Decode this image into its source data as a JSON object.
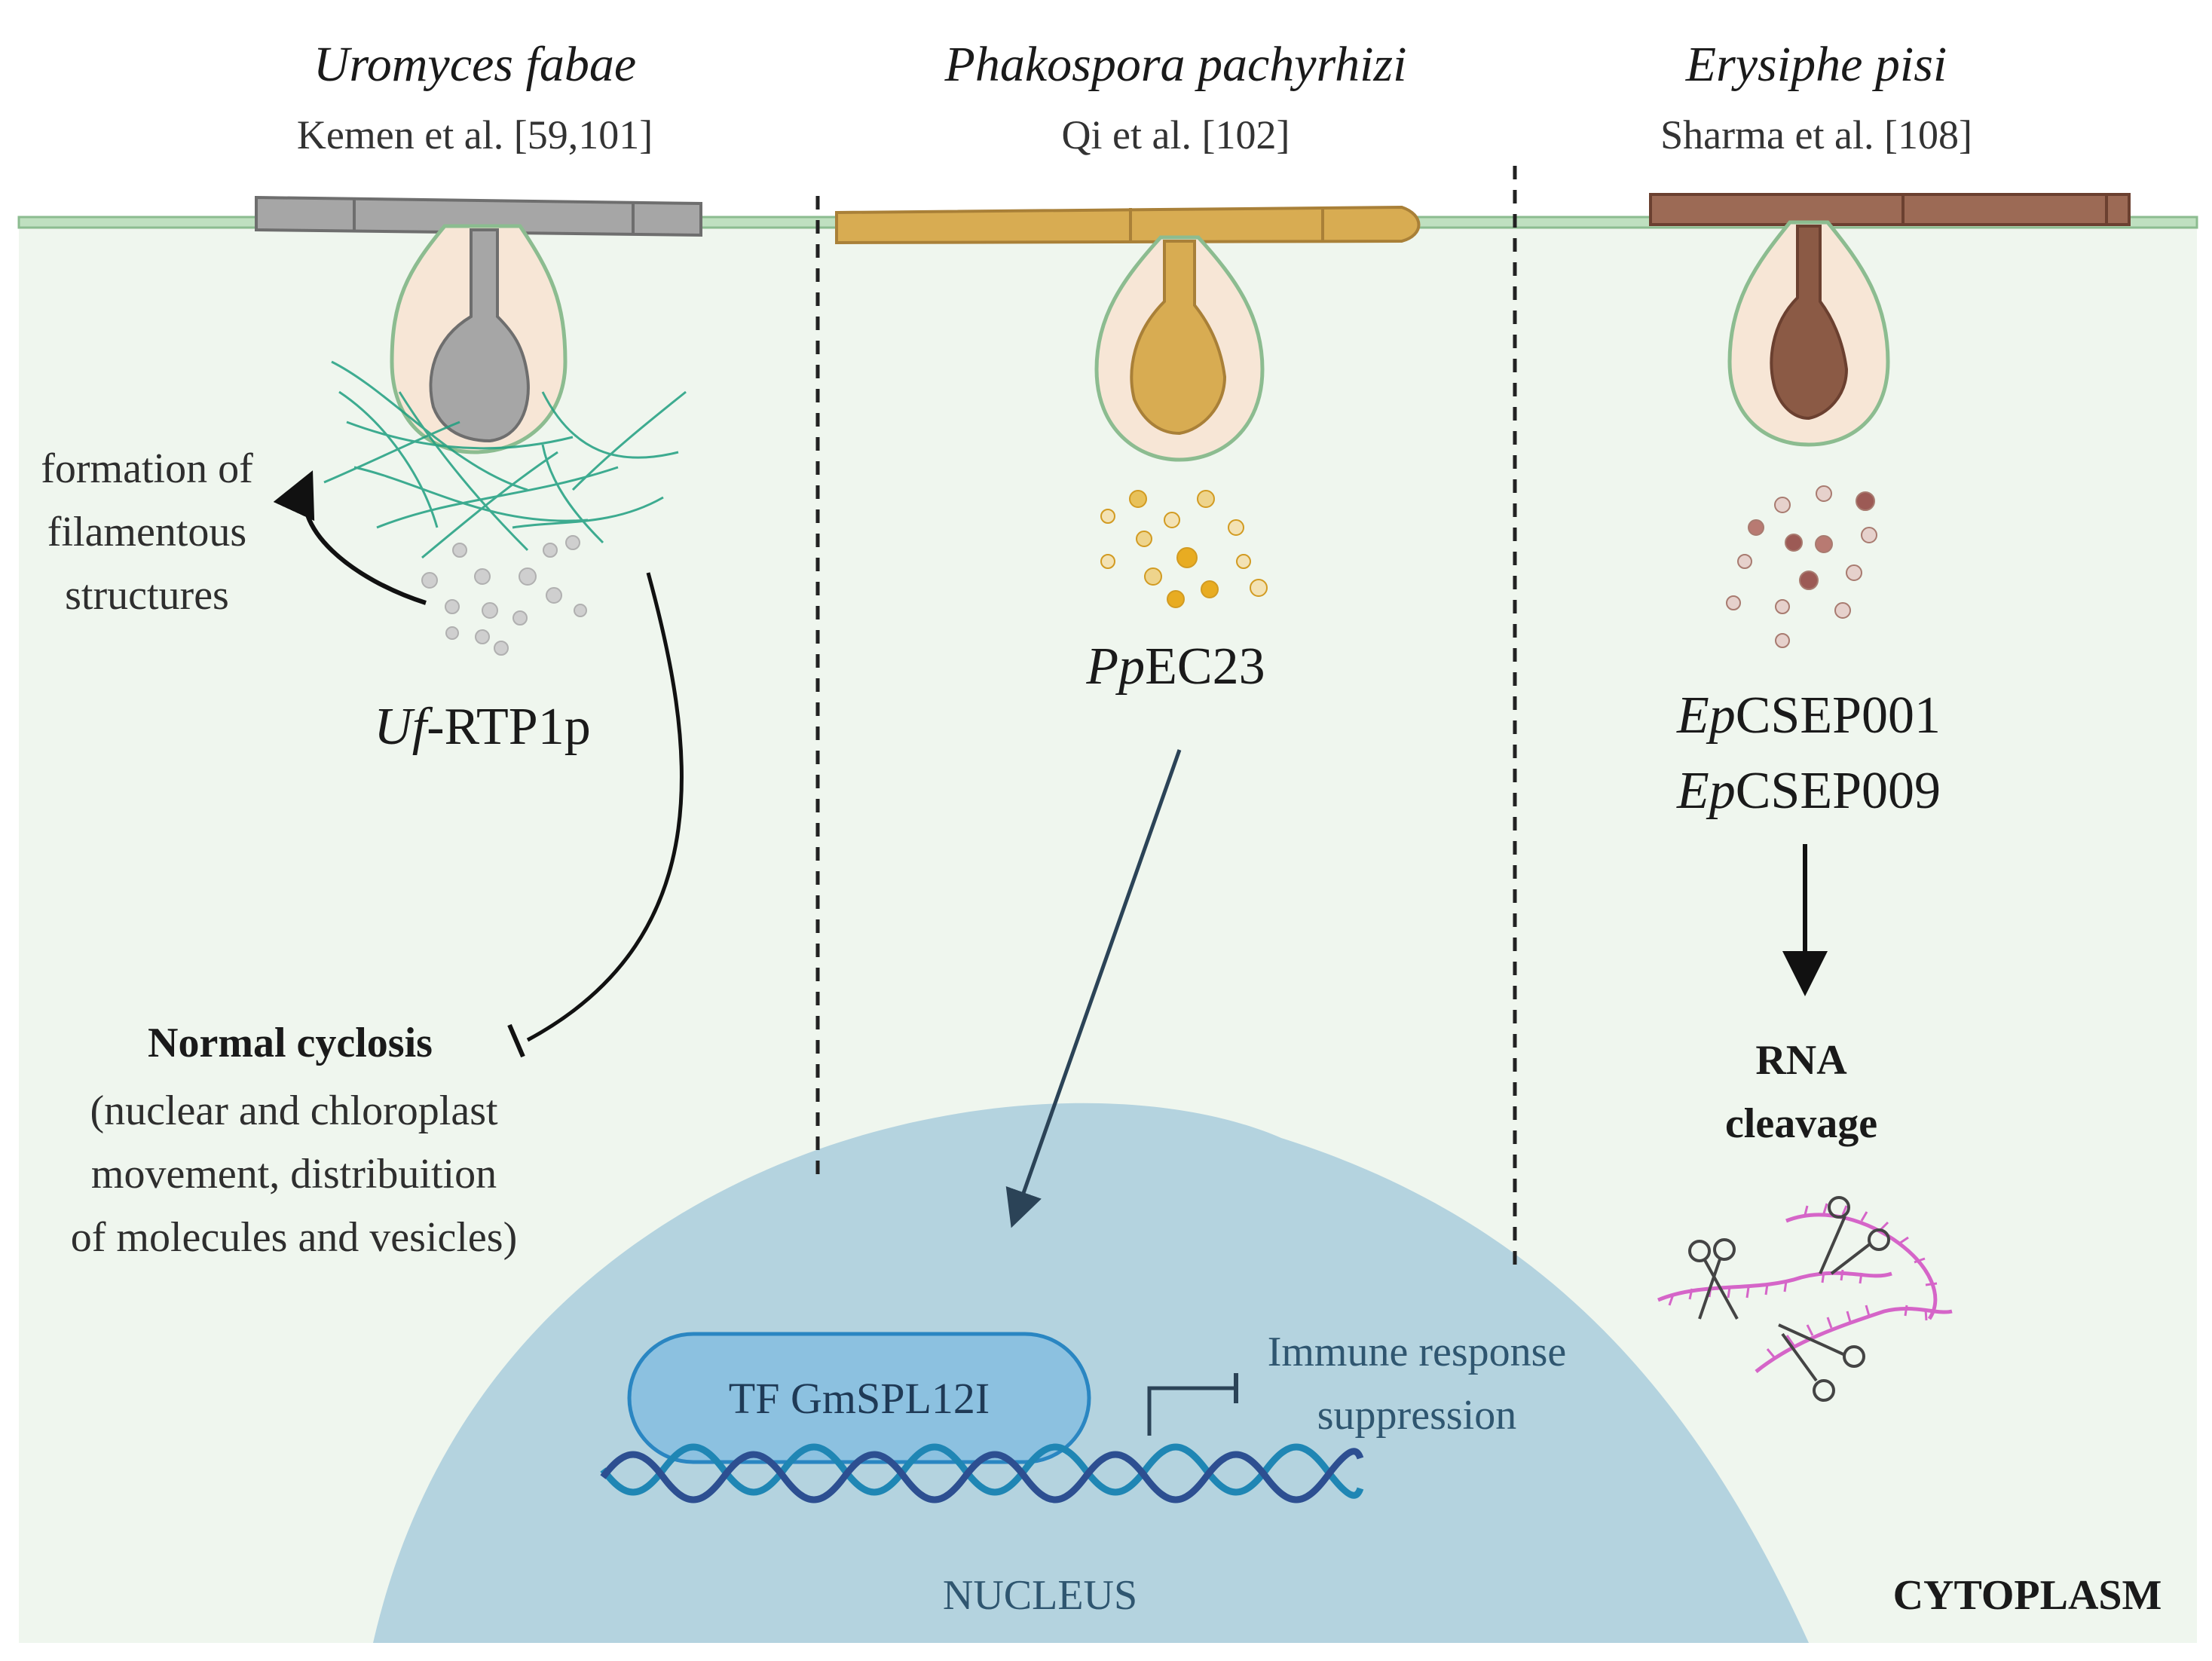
{
  "columns": [
    {
      "species": "Uromyces fabae",
      "reference": "Kemen et al. [59,101]",
      "effector_prefix": "Uf",
      "effector_suffix": "-RTP1p",
      "color": "#a6a6a6"
    },
    {
      "species": "Phakospora pachyrhizi",
      "reference": "Qi et al. [102]",
      "effector_prefix": "Pp",
      "effector_suffix": "EC23",
      "color": "#d8ac52"
    },
    {
      "species": "Erysiphe pisi",
      "reference": "Sharma et al. [108]",
      "effector1_prefix": "Ep",
      "effector1_suffix": "CSEP001",
      "effector2_prefix": "Ep",
      "effector2_suffix": "CSEP009",
      "color": "#8b5a45"
    }
  ],
  "annotations": {
    "filaments": [
      "formation of",
      "filamentous",
      "structures"
    ],
    "cyclosis_title": "Normal cyclosis",
    "cyclosis_detail": [
      "(nuclear and chloroplast",
      "movement, distribuition",
      "of molecules and vesicles)"
    ],
    "rna": [
      "RNA",
      "cleavage"
    ],
    "tf": "TF GmSPL12I",
    "immune": [
      "Immune response",
      "suppression"
    ]
  },
  "regions": {
    "nucleus": "NUCLEUS",
    "cytoplasm": "CYTOPLASM"
  },
  "colors": {
    "cytoplasm": "#eff6ee",
    "membrane": "#9cc79f",
    "nucleus": "#b4d3df",
    "tf_box": "#8cc1e0",
    "dna_dark": "#2d4f91",
    "dna_light": "#1f86b4",
    "rna": "#d565c8",
    "filaments": "#1f9f80"
  }
}
